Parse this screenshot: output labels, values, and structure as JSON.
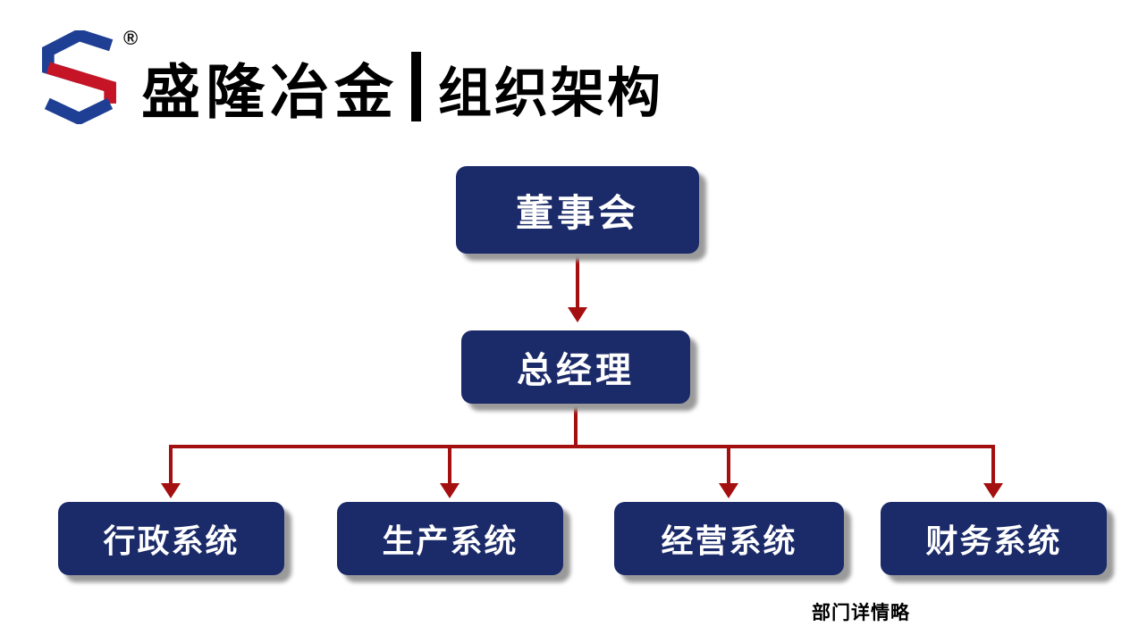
{
  "slide": {
    "header": {
      "logo": {
        "registered_mark": "®",
        "company_name": "盛隆冶金"
      },
      "title": "组织架构"
    },
    "orgchart": {
      "root": {
        "label": "董事会"
      },
      "manager": {
        "label": "总经理"
      },
      "children": [
        {
          "label": "行政系统"
        },
        {
          "label": "生产系统"
        },
        {
          "label": "经营系统"
        },
        {
          "label": "财务系统"
        }
      ]
    },
    "footnote": "部门详情略",
    "colors": {
      "background": "#ffffff",
      "box_fill": "#1b2a68",
      "box_text": "#ffffff",
      "box_shadow": "#9a9a9a",
      "connector": "#a40f0f",
      "title_text": "#000000",
      "logo_blue": "#1e3f94",
      "logo_red": "#c41426"
    }
  }
}
